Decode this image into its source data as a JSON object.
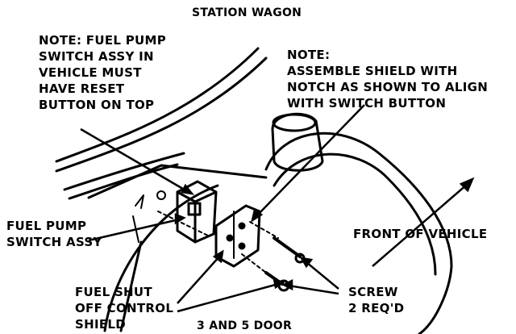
{
  "diagram": {
    "title": "STATION WAGON",
    "footer": "3 AND 5 DOOR",
    "note_pump": [
      "NOTE: FUEL PUMP",
      "SWITCH ASSY IN",
      "VEHICLE MUST",
      "HAVE RESET",
      "BUTTON ON TOP"
    ],
    "note_shield": [
      "NOTE:",
      "ASSEMBLE SHIELD WITH",
      "NOTCH AS SHOWN TO ALIGN",
      "WITH SWITCH BUTTON"
    ],
    "fuel_pump": [
      "FUEL PUMP",
      "SWITCH ASSY"
    ],
    "fuel_shutoff": [
      "FUEL SHUT",
      "OFF CONTROL",
      "SHIELD"
    ],
    "screw": [
      "SCREW",
      "2 REQ'D"
    ],
    "front": "FRONT OF VEHICLE",
    "colors": {
      "ink": "#000000",
      "paper": "#ffffff"
    }
  }
}
